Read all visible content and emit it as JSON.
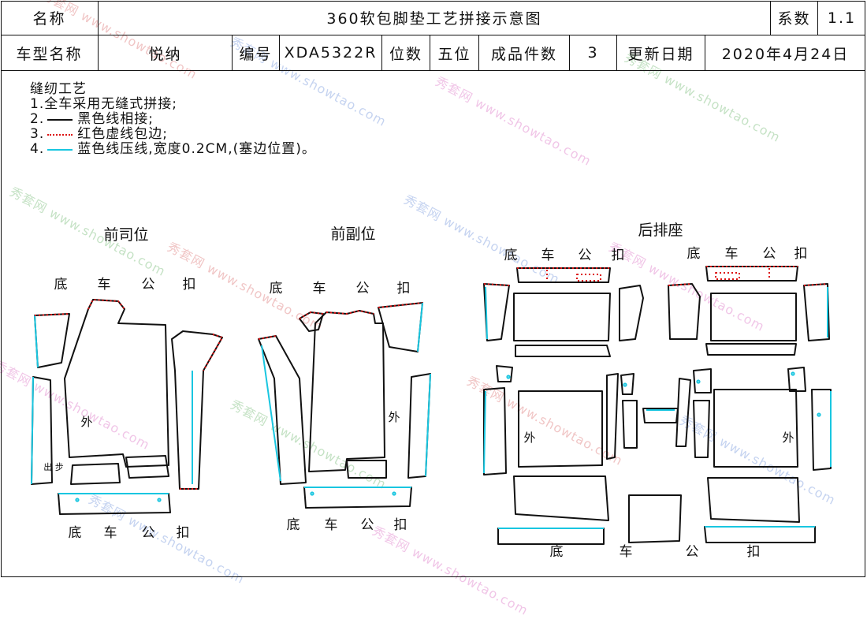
{
  "header": {
    "name_label": "名称",
    "title": "360软包脚垫工艺拼接示意图",
    "coef_label": "系数",
    "coef_value": "1.1",
    "model_label": "车型名称",
    "model_value": "悦纳",
    "code_label": "编号",
    "code_value": "XDA5322R",
    "seats_label": "位数",
    "seats_value": "五位",
    "pieces_label": "成品件数",
    "pieces_value": "3",
    "date_label": "更新日期",
    "date_value": "2020年4月24日"
  },
  "notes": {
    "title": "缝纫工艺",
    "item1": "1.全车采用无缝式拼接;",
    "item2_prefix": "2.",
    "item2_text": "黑色线相接;",
    "item3_prefix": "3.",
    "item3_text": "红色虚线包边;",
    "item4_prefix": "4.",
    "item4_text": "蓝色线压线,宽度0.2CM,(塞边位置)。"
  },
  "sections": {
    "driver": "前司位",
    "passenger": "前副位",
    "rear": "后排座"
  },
  "labels": {
    "bottom_clip": [
      "底",
      "车",
      "公",
      "扣"
    ],
    "outer": "外",
    "stripe": "出 步"
  },
  "watermark": {
    "cn": "秀套网",
    "url": "www.showtao.com"
  },
  "colors": {
    "black_line": "#111111",
    "red_dotted": "#d11111",
    "cyan_line": "#19c6e0"
  }
}
